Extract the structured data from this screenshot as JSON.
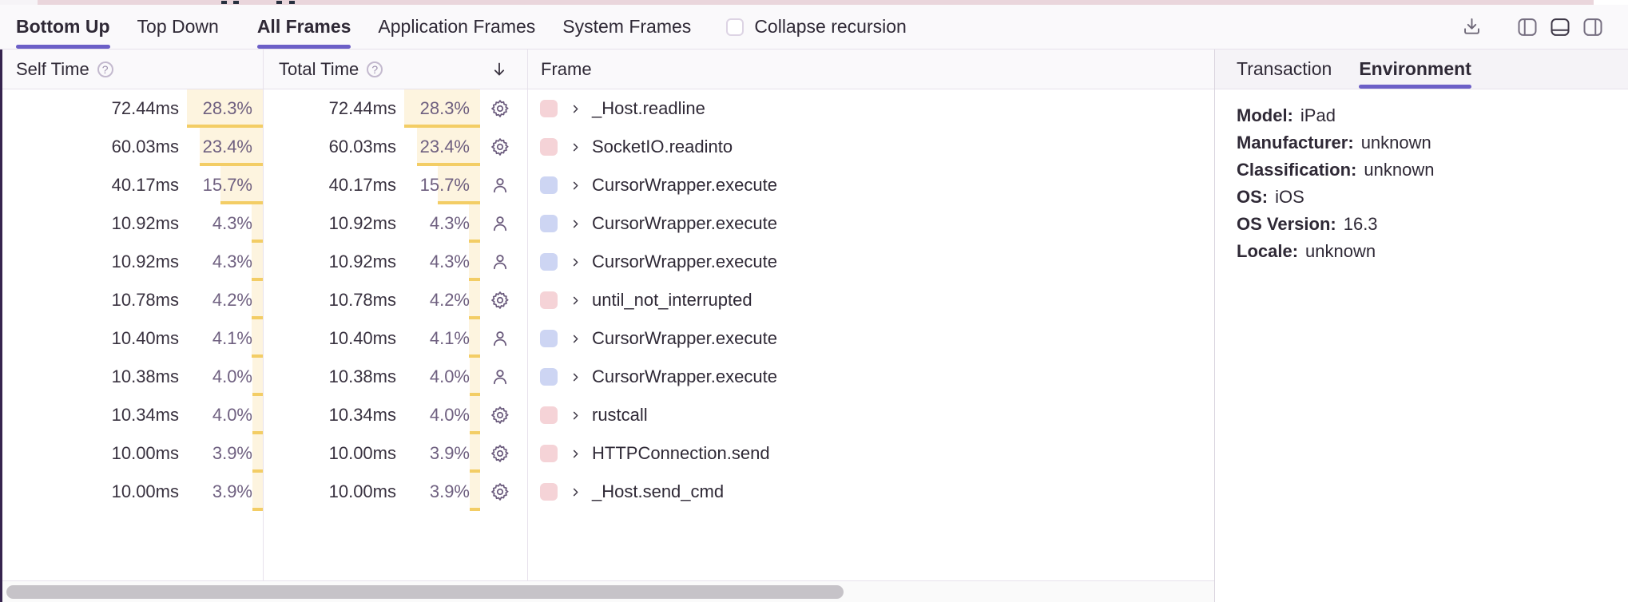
{
  "toolbar": {
    "view_tabs": [
      {
        "label": "Bottom Up",
        "active": true
      },
      {
        "label": "Top Down",
        "active": false
      }
    ],
    "filter_tabs": [
      {
        "label": "All Frames",
        "active": true
      },
      {
        "label": "Application Frames",
        "active": false
      },
      {
        "label": "System Frames",
        "active": false
      }
    ],
    "collapse_recursion": {
      "label": "Collapse recursion",
      "checked": false
    },
    "icons": [
      "download-icon",
      "panel-left-icon",
      "panel-bottom-icon",
      "panel-right-icon"
    ],
    "active_layout_icon": "panel-bottom-icon"
  },
  "table": {
    "columns": [
      {
        "label": "Self Time",
        "help": true
      },
      {
        "label": "Total Time",
        "help": true,
        "sort": "desc"
      },
      {
        "label": "Frame"
      }
    ],
    "rows": [
      {
        "self_time": "72.44ms",
        "self_pct": "28.3%",
        "total_time": "72.44ms",
        "total_pct": "28.3%",
        "pct": 28.3,
        "type": "system",
        "icon": "gear-icon",
        "swatch": "pink",
        "frame": "_Host.readline"
      },
      {
        "self_time": "60.03ms",
        "self_pct": "23.4%",
        "total_time": "60.03ms",
        "total_pct": "23.4%",
        "pct": 23.4,
        "type": "system",
        "icon": "gear-icon",
        "swatch": "pink",
        "frame": "SocketIO.readinto"
      },
      {
        "self_time": "40.17ms",
        "self_pct": "15.7%",
        "total_time": "40.17ms",
        "total_pct": "15.7%",
        "pct": 15.7,
        "type": "application",
        "icon": "user-icon",
        "swatch": "blue",
        "frame": "CursorWrapper.execute"
      },
      {
        "self_time": "10.92ms",
        "self_pct": "4.3%",
        "total_time": "10.92ms",
        "total_pct": "4.3%",
        "pct": 4.3,
        "type": "application",
        "icon": "user-icon",
        "swatch": "blue",
        "frame": "CursorWrapper.execute"
      },
      {
        "self_time": "10.92ms",
        "self_pct": "4.3%",
        "total_time": "10.92ms",
        "total_pct": "4.3%",
        "pct": 4.3,
        "type": "application",
        "icon": "user-icon",
        "swatch": "blue",
        "frame": "CursorWrapper.execute"
      },
      {
        "self_time": "10.78ms",
        "self_pct": "4.2%",
        "total_time": "10.78ms",
        "total_pct": "4.2%",
        "pct": 4.2,
        "type": "system",
        "icon": "gear-icon",
        "swatch": "pink",
        "frame": "until_not_interrupted"
      },
      {
        "self_time": "10.40ms",
        "self_pct": "4.1%",
        "total_time": "10.40ms",
        "total_pct": "4.1%",
        "pct": 4.1,
        "type": "application",
        "icon": "user-icon",
        "swatch": "blue",
        "frame": "CursorWrapper.execute"
      },
      {
        "self_time": "10.38ms",
        "self_pct": "4.0%",
        "total_time": "10.38ms",
        "total_pct": "4.0%",
        "pct": 4.0,
        "type": "application",
        "icon": "user-icon",
        "swatch": "blue",
        "frame": "CursorWrapper.execute"
      },
      {
        "self_time": "10.34ms",
        "self_pct": "4.0%",
        "total_time": "10.34ms",
        "total_pct": "4.0%",
        "pct": 4.0,
        "type": "system",
        "icon": "gear-icon",
        "swatch": "pink",
        "frame": "rustcall"
      },
      {
        "self_time": "10.00ms",
        "self_pct": "3.9%",
        "total_time": "10.00ms",
        "total_pct": "3.9%",
        "pct": 3.9,
        "type": "system",
        "icon": "gear-icon",
        "swatch": "pink",
        "frame": "HTTPConnection.send"
      },
      {
        "self_time": "10.00ms",
        "self_pct": "3.9%",
        "total_time": "10.00ms",
        "total_pct": "3.9%",
        "pct": 3.9,
        "type": "system",
        "icon": "gear-icon",
        "swatch": "pink",
        "frame": "_Host.send_cmd"
      }
    ]
  },
  "details_panel": {
    "tabs": [
      {
        "label": "Transaction",
        "active": false
      },
      {
        "label": "Environment",
        "active": true
      }
    ],
    "environment": [
      {
        "label": "Model:",
        "value": "iPad"
      },
      {
        "label": "Manufacturer:",
        "value": "unknown"
      },
      {
        "label": "Classification:",
        "value": "unknown"
      },
      {
        "label": "OS:",
        "value": "iOS"
      },
      {
        "label": "OS Version:",
        "value": "16.3"
      },
      {
        "label": "Locale:",
        "value": "unknown"
      }
    ]
  },
  "colors": {
    "accent": "#6c5fc7",
    "system_swatch": "#f5d3d7",
    "application_swatch": "#cdd5f3",
    "percent_bar_bg": "#fdf4df",
    "percent_bar_underline": "#f3cd65"
  }
}
